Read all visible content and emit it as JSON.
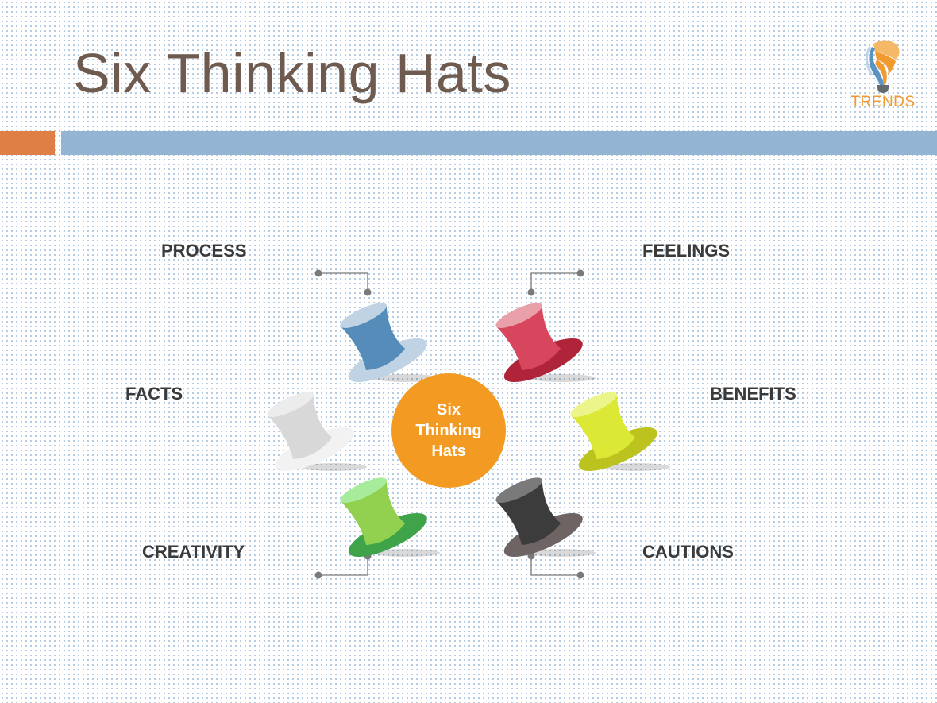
{
  "slide": {
    "title": "Six Thinking Hats"
  },
  "logo": {
    "text": "TRENDS"
  },
  "center": {
    "label": "Six Thinking Hats",
    "color": "#f39a22"
  },
  "hats": [
    {
      "label": "PROCESS",
      "crown": "#558cba",
      "top": "#bfd3e5",
      "brim": "#bfd3e5"
    },
    {
      "label": "FEELINGS",
      "crown": "#d8465d",
      "top": "#eaa0a8",
      "brim": "#b0243a"
    },
    {
      "label": "FACTS",
      "crown": "#d8d8d8",
      "top": "#ececec",
      "brim": "#f2f2f2"
    },
    {
      "label": "BENEFITS",
      "crown": "#dbe835",
      "top": "#ecf58a",
      "brim": "#bcc21e"
    },
    {
      "label": "CREATIVITY",
      "crown": "#92d050",
      "top": "#a6ec9a",
      "brim": "#3fa34a"
    },
    {
      "label": "CAUTIONS",
      "crown": "#3c3c3c",
      "top": "#7a7a7a",
      "brim": "#6e6464"
    }
  ]
}
